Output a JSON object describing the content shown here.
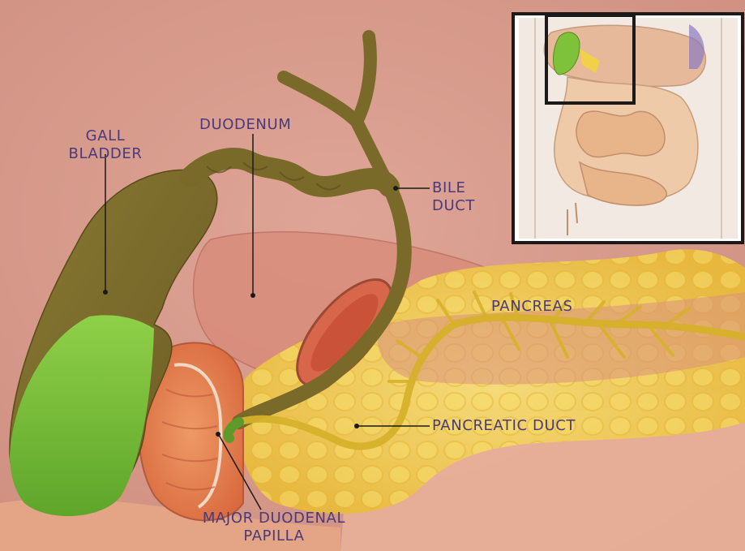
{
  "labels": {
    "gall_bladder_line1": "GALL",
    "gall_bladder_line2": "BLADDER",
    "duodenum": "DUODENUM",
    "bile_duct_line1": "BILE",
    "bile_duct_line2": "DUCT",
    "pancreas": "PANCREAS",
    "pancreatic_duct": "PANCREATIC DUCT",
    "major_papilla_line1": "MAJOR DUODENAL",
    "major_papilla_line2": "PAPILLA"
  },
  "colors": {
    "background": "#d89a8c",
    "label_text": "#4a3a7a",
    "bile": "#7a6a2a",
    "gallbladder_green": "#7ec13a",
    "pancreas_yellow": "#f2d04a",
    "duodenum": "#e0806a"
  }
}
